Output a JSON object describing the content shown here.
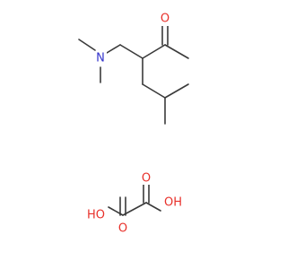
{
  "molecule_1": {
    "atoms": {
      "N": {
        "label": "N",
        "color": "#3333cc"
      },
      "O_ketone": {
        "label": "O",
        "color": "#e8302a"
      }
    }
  },
  "molecule_2": {
    "atoms": {
      "O_top_left": {
        "label": "O",
        "color": "#e8302a"
      },
      "O_top_right": {
        "label": "O",
        "color": "#e8302a"
      },
      "OH_left": {
        "label": "HO",
        "color": "#e8302a"
      },
      "OH_right": {
        "label": "OH",
        "color": "#e8302a"
      }
    }
  },
  "colors": {
    "bond": "#3a3a3a",
    "background": "#ffffff"
  }
}
